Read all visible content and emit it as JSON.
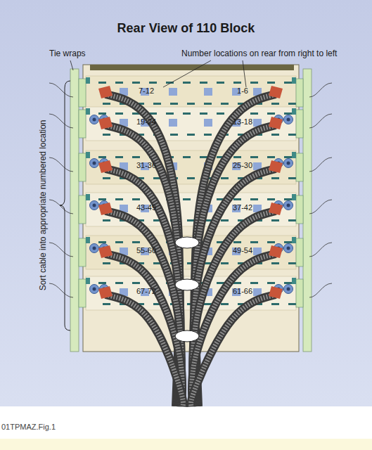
{
  "diagram": {
    "title": "Rear View of 110 Block",
    "caption": "01TPMAZ.Fig.1",
    "labels": [
      "Tie wraps",
      "Number locations on rear from right to left",
      "Sort cable into appropriate numbered location",
      "7-12",
      "1-6",
      "19-24",
      "13-18",
      "31-36",
      "25-30",
      "43-49",
      "37-42",
      "55-60",
      "49-54",
      "67-72",
      "61-66"
    ]
  }
}
